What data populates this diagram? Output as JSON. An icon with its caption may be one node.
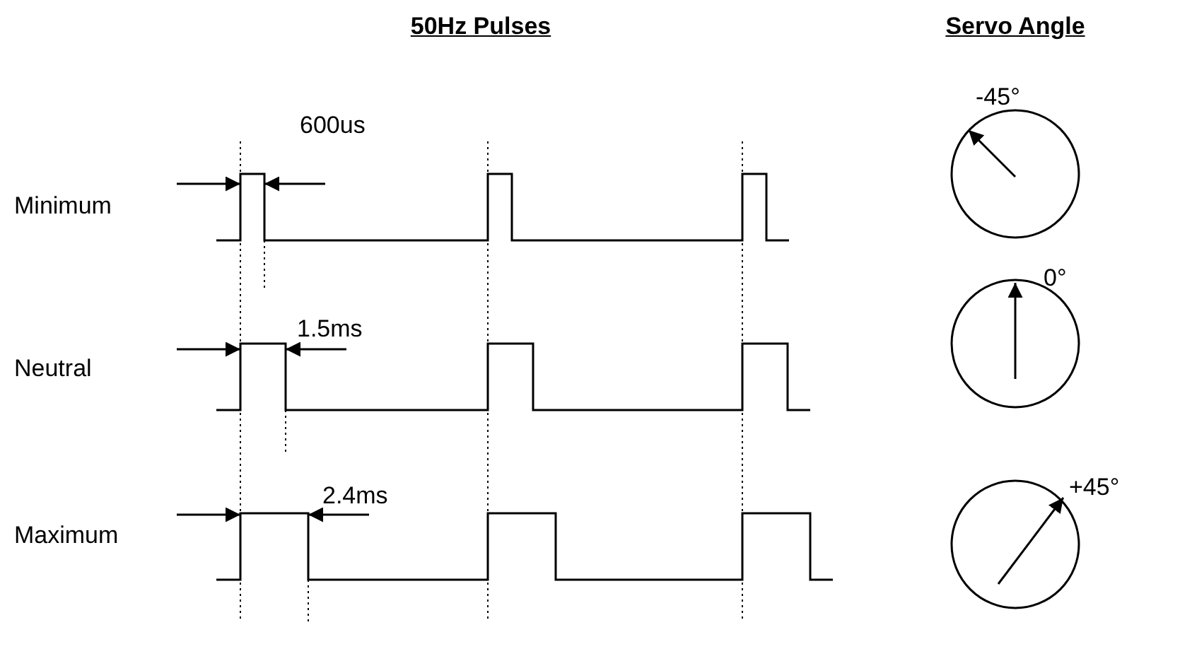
{
  "diagram": {
    "labels": [
      "50Hz Pulses",
      "Servo Angle",
      "600us",
      "Minimum",
      "-45°",
      "1.5ms",
      "0°",
      "Neutral",
      "2.4ms",
      "+45°",
      "Maximum"
    ]
  }
}
